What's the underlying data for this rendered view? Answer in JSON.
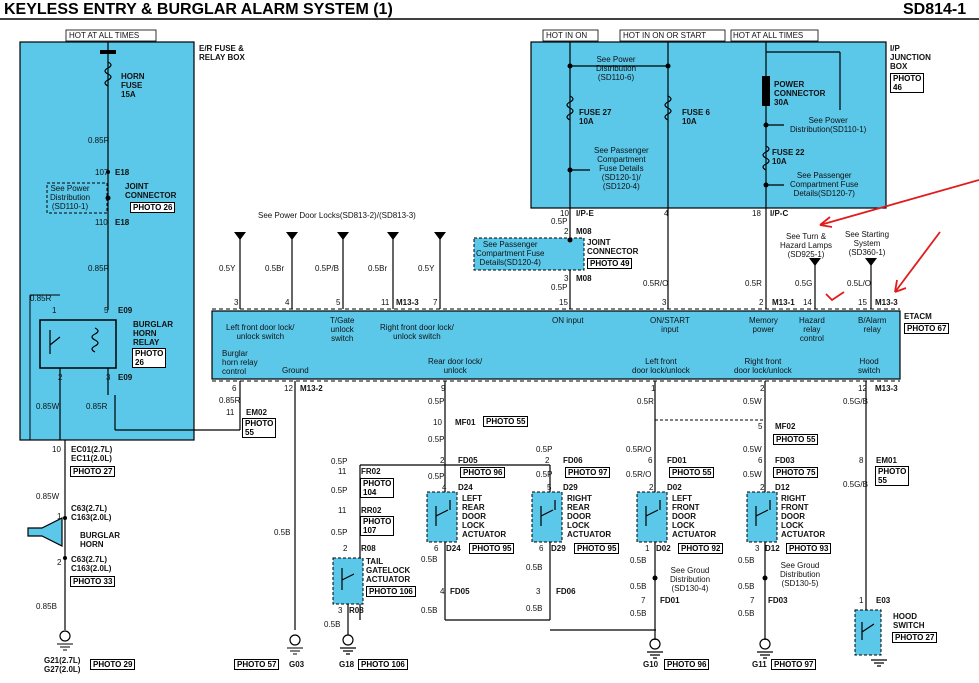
{
  "header": {
    "title": "KEYLESS ENTRY & BURGLAR ALARM SYSTEM (1)",
    "page_id": "SD814-1"
  },
  "colors": {
    "fuse_box_fill": "#5bc8ea",
    "etacm_fill": "#5bc8ea",
    "annotation_red": "#e11b1b"
  },
  "supply_labels": {
    "hot_left": "HOT AT ALL TIMES",
    "hot_in_on": "HOT IN ON",
    "hot_in_on_start": "HOT IN ON  OR START",
    "hot_right": "HOT AT ALL TIMES"
  },
  "er_box": {
    "title": "E/R FUSE &\nRELAY BOX",
    "horn_fuse": "HORN\nFUSE\n15A",
    "wire_085r_a": "0.85R",
    "conn_107": "107",
    "e18_a": "E18",
    "see_power": "See Power\nDistribution\n(SD110-1)",
    "joint_connector": "JOINT\nCONNECTOR",
    "photo_26a": "PHOTO 26",
    "conn_110": "110",
    "e18_b": "E18",
    "wire_085r_b": "0.85R",
    "wire_085r_c": "0.85R",
    "pin_1": "1",
    "pin_5": "5",
    "e09_a": "E09",
    "burglar_relay": "BURGLAR\nHORN\nRELAY",
    "photo_26b": "PHOTO\n26",
    "pin_2": "2",
    "pin_3": "3",
    "e09_b": "E09",
    "wire_085w": "0.85W",
    "wire_085r_d": "0.85R"
  },
  "ip_box": {
    "title": "I/P\nJUNCTION\nBOX",
    "photo": "PHOTO\n46",
    "see_pd_110_6": "See Power\nDistribution\n(SD110-6)",
    "fuse27": "FUSE 27\n10A",
    "fuse6": "FUSE 6\n10A",
    "see_pass_120": "See Passenger\nCompartment\nFuse Details\n(SD120-1)/\n(SD120-4)",
    "power_conn": "POWER\nCONNECTOR\n30A",
    "see_pd_110_1": "See Power\nDistribution(SD110-1)",
    "fuse22": "FUSE 22\n10A",
    "see_pass_120_7": "See Passenger\nCompartment Fuse\nDetails(SD120-7)",
    "pin10": "10",
    "ipe": "I/P-E",
    "pin4": "4",
    "pin18": "18",
    "ipc": "I/P-C"
  },
  "mid": {
    "w05p_a": "0.5P",
    "m08_a": "M08",
    "pin2_m08": "2",
    "joint2": "JOINT\nCONNECTOR",
    "see_pass_120_4": "See Passenger\nCompartment Fuse\nDetails(SD120-4)",
    "photo49": "PHOTO 49",
    "pin3_m08": "3",
    "m08_b": "M08",
    "w05p_b": "0.5P",
    "w05ro": "0.5R/O",
    "w05r": "0.5R",
    "see_turn": "See Turn &\nHazard Lamps\n(SD925-1)",
    "see_start": "See Starting\nSystem\n(SD360-1)",
    "w05g": "0.5G",
    "w05lo": "0.5L/O",
    "see_doorlocks": "See Power Door Locks(SD813-2)/(SD813-3)",
    "w05y_a": "0.5Y",
    "w05br_a": "0.5Br",
    "w05pb": "0.5P/B",
    "w05br_b": "0.5Br",
    "w05y_b": "0.5Y",
    "w085r_left": "0.85R"
  },
  "etacm": {
    "title": "ETACM",
    "photo": "PHOTO 67",
    "pins_top": [
      "3",
      "4",
      "5",
      "11",
      "M13-3",
      "7",
      "15",
      "3",
      "2",
      "M13-1",
      "14",
      "15",
      "M13-3"
    ],
    "labels": {
      "left_front": "Left front door lock/\nunlock switch",
      "tgate": "T/Gate\nunlock\nswitch",
      "right_front": "Right front door lock/\nunlock switch",
      "on_input": "ON input",
      "on_start": "ON/START\ninput",
      "memory": "Memory\npower",
      "hazard": "Hazard\nrelay\ncontrol",
      "balarm": "B/Alarm\nrelay",
      "burglar_ctrl": "Burglar\nhorn relay\ncontrol",
      "ground": "Ground",
      "rear_door": "Rear door lock/\nunlock",
      "left_front_lu": "Left front\ndoor lock/unlock",
      "right_front_lu": "Right front\ndoor lock/unlock",
      "hood": "Hood\nswitch"
    },
    "pins_bottom": [
      "6",
      "12",
      "M13-2",
      "9",
      "1",
      "2",
      "12",
      "M13-3"
    ]
  },
  "lower": {
    "w085r": "0.85R",
    "em02_pin": "11",
    "em02": "EM02",
    "photo55_em": "PHOTO\n55",
    "ec01_pin": "10",
    "ec01": "EC01(2.7L)\nEC11(2.0L)",
    "photo27": "PHOTO 27",
    "w085w": "0.85W",
    "c63_pin": "1",
    "c63": "C63(2.7L)\nC163(2.0L)",
    "burglar_horn": "BURGLAR\nHORN",
    "c63b_pin": "2",
    "c63b": "C63(2.7L)\nC163(2.0L)",
    "photo33": "PHOTO 33",
    "w085b": "0.85B",
    "g21": "G21(2.7L)\nG27(2.0L)",
    "photo29": "PHOTO 29",
    "w05b_gnd": "0.5B",
    "photo57": "PHOTO 57",
    "g03": "G03",
    "mf01_pin": "10",
    "mf01": "MF01",
    "photo55_mf01": "PHOTO 55",
    "w05p_rear": "0.5P",
    "w05p_c": "0.5P",
    "fr02_pin": "11",
    "fr02": "FR02",
    "photo104": "PHOTO\n104",
    "w05p_d": "0.5P",
    "rr02_pin": "11",
    "rr02": "RR02",
    "photo107": "PHOTO\n107",
    "w05p_e": "0.5P",
    "r08_pin": "2",
    "r08": "R08",
    "tailgate": "TAIL\nGATELOCK\nACTUATOR",
    "photo106a": "PHOTO 106",
    "r08b_pin": "3",
    "r08b": "R08",
    "w05b_r": "0.5B",
    "g18": "G18",
    "photo106b": "PHOTO 106",
    "fd05_pin": "2",
    "fd05": "FD05",
    "photo96a": "PHOTO 96",
    "w05p_f": "0.5P",
    "d24_pin": "4",
    "d24": "D24",
    "left_rear": "LEFT\nREAR\nDOOR\nLOCK\nACTUATOR",
    "d24b_pin": "6",
    "d24b": "D24",
    "photo95a": "PHOTO 95",
    "w05b_d24": "0.5B",
    "fd05b_pin": "4",
    "fd05b": "FD05",
    "w05b_fd05": "0.5B",
    "fd06_pin": "2",
    "fd06": "FD06",
    "w05p_g": "0.5P",
    "w05p_h": "0.5P",
    "photo97a": "PHOTO 97",
    "d29_pin": "5",
    "d29": "D29",
    "right_rear": "RIGHT\nREAR\nDOOR\nLOCK\nACTUATOR",
    "d29b_pin": "6",
    "d29b": "D29",
    "photo95b": "PHOTO 95",
    "w05b_d29": "0.5B",
    "fd06b_pin": "3",
    "fd06b": "FD06",
    "w05b_fd06": "0.5B",
    "w05r_fd": "0.5R",
    "w05ro_a": "0.5R/O",
    "fd01_pin": "6",
    "fd01": "FD01",
    "photo55b": "PHOTO 55",
    "w05ro_b": "0.5R/O",
    "d02_pin": "2",
    "d02": "D02",
    "left_front_act": "LEFT\nFRONT\nDOOR\nLOCK\nACTUATOR",
    "d02b_pin": "1",
    "d02b": "D02",
    "photo92": "PHOTO 92",
    "w05b_d02": "0.5B",
    "see_ground_130_4": "See Groud\nDistribution\n(SD130-4)",
    "w05b_fd01": "0.5B",
    "fd01b_pin": "7",
    "fd01b": "FD01",
    "w05b_g10": "0.5B",
    "g10": "G10",
    "photo96b": "PHOTO 96",
    "w05w_a": "0.5W",
    "mf02_pin": "5",
    "mf02": "MF02",
    "photo55c": "PHOTO 55",
    "w05w_b": "0.5W",
    "fd03_pin": "6",
    "fd03": "FD03",
    "w05w_c": "0.5W",
    "photo75": "PHOTO 75",
    "d12_pin": "2",
    "d12": "D12",
    "right_front_act": "RIGHT\nFRONT\nDOOR\nLOCK\nACTUATOR",
    "d12b_pin": "3",
    "d12b": "D12",
    "photo93": "PHOTO 93",
    "w05b_d12": "0.5B",
    "see_ground_130_5": "See Groud\nDistribution\n(SD130-5)",
    "w05b_fd03": "0.5B",
    "fd03b_pin": "7",
    "fd03b": "FD03",
    "w05b_g11": "0.5B",
    "g11": "G11",
    "photo97b": "PHOTO 97",
    "w05gb_a": "0.5G/B",
    "em01_pin": "8",
    "em01": "EM01",
    "photo55d": "PHOTO\n55",
    "w05gb_b": "0.5G/B",
    "e03_pin": "1",
    "e03": "E03",
    "hood_switch": "HOOD\nSWITCH",
    "photo27b": "PHOTO 27"
  }
}
